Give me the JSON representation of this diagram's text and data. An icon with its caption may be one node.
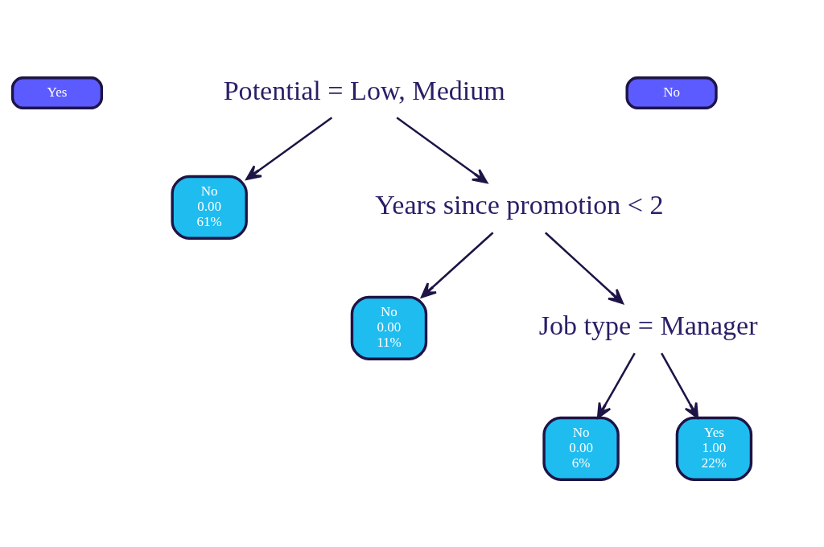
{
  "diagram": {
    "nodes": [
      {
        "text": [
          "Potential = Low, Medium"
        ]
      },
      {
        "text": [
          "Yes"
        ]
      },
      {
        "text": [
          "No"
        ]
      },
      {
        "text": [
          "No",
          "0.00",
          "61%"
        ]
      },
      {
        "text": [
          "Years since promotion < 2"
        ]
      },
      {
        "text": [
          "No",
          "0.00",
          "11%"
        ]
      },
      {
        "text": [
          "Job type = Manager"
        ]
      },
      {
        "text": [
          "No",
          "0.00",
          "6%"
        ]
      },
      {
        "text": [
          "Yes",
          "1.00",
          "22%"
        ]
      }
    ],
    "edges": [
      {
        "from": 0,
        "to": 3,
        "arrow": "to"
      },
      {
        "from": 0,
        "to": 4,
        "arrow": "to"
      },
      {
        "from": 4,
        "to": 5,
        "arrow": "to"
      },
      {
        "from": 4,
        "to": 6,
        "arrow": "to"
      },
      {
        "from": 6,
        "to": 7,
        "arrow": "to"
      },
      {
        "from": 6,
        "to": 8,
        "arrow": "to"
      }
    ]
  }
}
